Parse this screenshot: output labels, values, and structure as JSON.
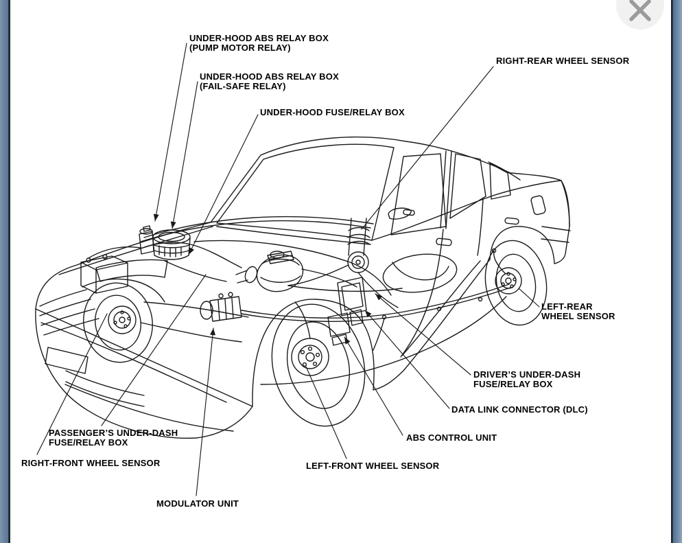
{
  "overlay": {
    "close_button": {
      "icon": "x-mark"
    }
  },
  "diagram": {
    "labels": [
      {
        "id": "under-hood-abs-relay-box-pump-motor-relay",
        "text": "UNDER-HOOD ABS RELAY BOX\n(PUMP MOTOR RELAY)"
      },
      {
        "id": "under-hood-abs-relay-box-fail-safe-relay",
        "text": "UNDER-HOOD ABS RELAY BOX\n(FAIL-SAFE RELAY)"
      },
      {
        "id": "under-hood-fuse-relay-box",
        "text": "UNDER-HOOD FUSE/RELAY BOX"
      },
      {
        "id": "right-rear-wheel-sensor",
        "text": "RIGHT-REAR WHEEL SENSOR"
      },
      {
        "id": "left-rear-wheel-sensor",
        "text": "LEFT-REAR\nWHEEL SENSOR"
      },
      {
        "id": "drivers-under-dash-fuse-relay-box",
        "text": "DRIVER’S UNDER-DASH\nFUSE/RELAY BOX"
      },
      {
        "id": "data-link-connector-dlc",
        "text": "DATA LINK CONNECTOR (DLC)"
      },
      {
        "id": "abs-control-unit",
        "text": "ABS CONTROL UNIT"
      },
      {
        "id": "left-front-wheel-sensor",
        "text": "LEFT-FRONT WHEEL SENSOR"
      },
      {
        "id": "modulator-unit",
        "text": "MODULATOR UNIT"
      },
      {
        "id": "right-front-wheel-sensor",
        "text": "RIGHT-FRONT WHEEL SENSOR"
      },
      {
        "id": "passengers-under-dash-fuse-relay-box",
        "text": "PASSENGER’S UNDER-DASH\nFUSE/RELAY BOX"
      }
    ]
  },
  "colors": {
    "line_art": "#1a1a1a",
    "label_text": "#000000",
    "page_edge_blue": "#68819e",
    "page_edge_dark": "#1d2835",
    "close_button_bg": "#f1f1f1",
    "close_icon": "#9b9b9b",
    "background": "#ffffff"
  }
}
